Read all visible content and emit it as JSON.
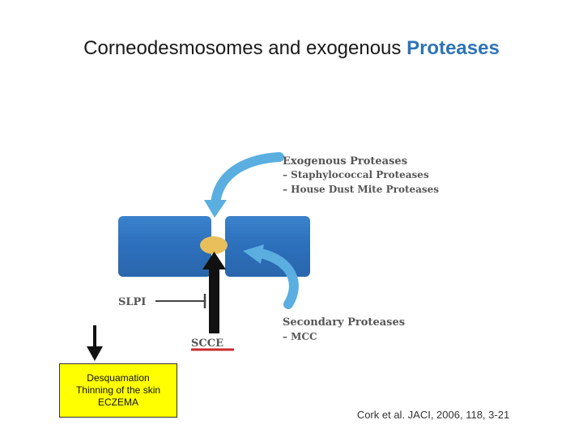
{
  "title": {
    "prefix": "Corneodesmosomes and exogenous ",
    "highlight": "Proteases"
  },
  "diagram": {
    "exogenous": {
      "heading": "Exogenous Proteases",
      "items": [
        "– Staphylococcal Proteases",
        "– House Dust Mite Proteases"
      ]
    },
    "secondary": {
      "heading": "Secondary Proteases",
      "items": [
        "– MCC"
      ]
    },
    "slpi_label": "SLPI",
    "scce_label": "SCCE"
  },
  "callout": {
    "lines": [
      "Desquamation",
      "Thinning of the skin",
      "ECZEMA"
    ]
  },
  "citation": "Cork et al. JACI, 2006, 118, 3-21",
  "colors": {
    "cell_blue": "#2f74c0",
    "arrow_light_blue": "#5aaee0",
    "desmosome_gold": "#e8bf5a",
    "highlight": "#2e74b5",
    "callout_bg": "#ffff00",
    "underline_red": "#cc2a2a"
  }
}
